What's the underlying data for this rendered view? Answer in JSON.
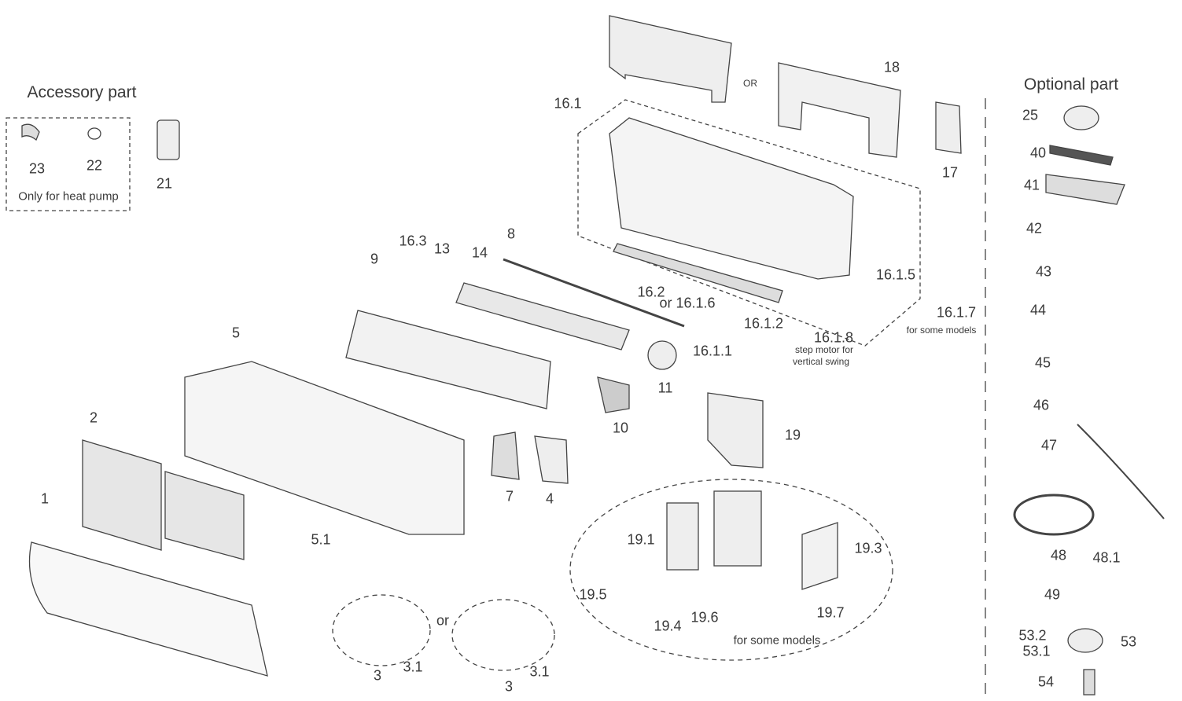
{
  "accessory": {
    "title": "Accessory part",
    "note": "Only for heat pump",
    "items": [
      "23",
      "22",
      "21"
    ]
  },
  "optional": {
    "title": "Optional part",
    "items": [
      "25",
      "40",
      "41",
      "42",
      "43",
      "44",
      "45",
      "46",
      "47",
      "48",
      "48.1",
      "49",
      "53.2",
      "53.1",
      "53",
      "54"
    ]
  },
  "main_labels": {
    "p18": "18",
    "or_top": "OR",
    "p17": "17",
    "p16_1": "16.1",
    "p16_1_5": "16.1.5",
    "p16_1_7": "16.1.7",
    "some_models_1": "for some models",
    "p16_1_8": "16.1.8",
    "step_motor_1": "step motor for",
    "step_motor_2": "vertical swing",
    "p16_1_2": "16.1.2",
    "p16_2": "16.2",
    "or_16_1_6": "or 16.1.6",
    "p16_1_1": "16.1.1",
    "p16_3": "16.3",
    "p13": "13",
    "p14": "14",
    "p8": "8",
    "p9": "9",
    "p5": "5",
    "p11": "11",
    "p10": "10",
    "p19": "19",
    "p7": "7",
    "p4": "4",
    "p2": "2",
    "p1": "1",
    "p5_1": "5.1",
    "p19_1": "19.1",
    "p19_3": "19.3",
    "p19_5": "19.5",
    "p19_4": "19.4",
    "p19_6": "19.6",
    "p19_7": "19.7",
    "some_models_2": "for some models",
    "p3a": "3",
    "p3_1a": "3.1",
    "or_mid": "or",
    "p3b": "3",
    "p3_1b": "3.1"
  }
}
